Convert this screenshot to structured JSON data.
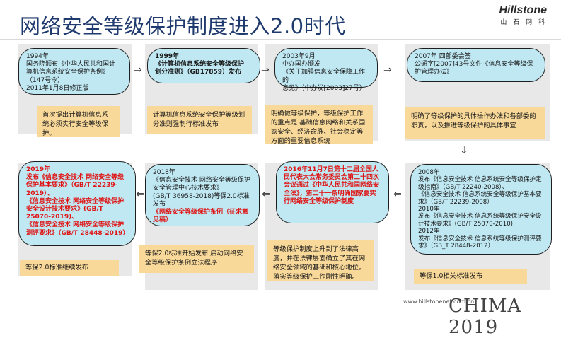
{
  "title": "网络安全等级保护制度进入2.0时代",
  "logo": {
    "name": "Hillstone",
    "sub": "山 石 网 科"
  },
  "steps": [
    {
      "lines": [
        "1994年",
        "国务院颁布《中华人民共和国计",
        "算机信息系统安全保护条例》",
        "（147号令）",
        "2011年1月8日修正版"
      ],
      "note": "首次提出计算机信息系统必须实行安全等级保护。"
    },
    {
      "lines": [
        "1999年",
        "《计算机信息系统安全等级保护",
        "划分准则》（GB17859）发布"
      ],
      "note": "计算机信息系统安全保护等级划分准则强制行标准发布"
    },
    {
      "lines": [
        "2003年9月",
        "中办国办颁发",
        "《关于加强信息安全保障工作的",
        "意见》（中办发[2003]27号）"
      ],
      "note": "明确做等级保护，等级保护工作的重点是 基础信息网络和关系国家安全、经济命脉、社会稳定等方面的重要信息系统"
    },
    {
      "lines": [
        "2007年 四部委会签",
        "公通字[2007]43号文件《信息安全等级保护管理办法》"
      ],
      "note": "明确了等级保护的具体操作办法和各部委的职责，以及推进等级保护的具体事宜"
    },
    {
      "lines": [
        "2008年",
        "发布《信息安全技术 信息系统安全等级保护定级指南》（GB/T 22240-2008）、",
        "《信息安全技术 信息系统安全等级保护基本要求》（GB/T 22239-2008）",
        "2010年",
        "发布《信息安全技术 信息系统等级保护安全设计技术要求》(GB/T 25070-2010)",
        "2012年",
        "发布《信息安全技术 信息系统等级保护测评要求》（GB_T 28448-2012）"
      ],
      "note": "等保1.0相关标准发布"
    },
    {
      "lines": [
        "2016年11月7日第十二届全国人民代表大会常务委员会第二十四次会议通过《中华人民共和国网络安全法》，第二十一条明确国家要实行网络安全等级保护制度"
      ],
      "note": "等级保护制度上升到了法律高度，并在法律层面确立了其在网络安全领域的基础和核心地位。落实等级保护工作刚性明确。"
    },
    {
      "lines": [
        "2018年",
        "《信息安全技术 网络安全等级保护安全管理中心技术要求》",
        "(GB/T 36958-2018)等保2.0标准发布",
        "《网络安全等级保护条例（征求意见稿）"
      ],
      "note": "等保2.0标准开始发布 启动网络安全等级保护条例立法程序"
    },
    {
      "lines": [
        "2019年",
        "发布《信息安全技术 网络安全等级保护基本要求》（GB/T 22239-2019）、",
        "《信息安全技术 网络安全等级保护安全设计技术要求》(GB/T 25070-2019)、",
        "《信息安全技术 网络安全等级保护测评要求》（GB/T 28448-2019）"
      ],
      "note": "等保2.0标准继续发布"
    }
  ],
  "footer": {
    "url": "www.hillstonenet.com.cn",
    "brand": "CHIMA 2019"
  },
  "colors": {
    "bubble": "#bfe8f3",
    "note": "#f9d99a",
    "title": "#1f3a6e",
    "red": "#e01515"
  }
}
